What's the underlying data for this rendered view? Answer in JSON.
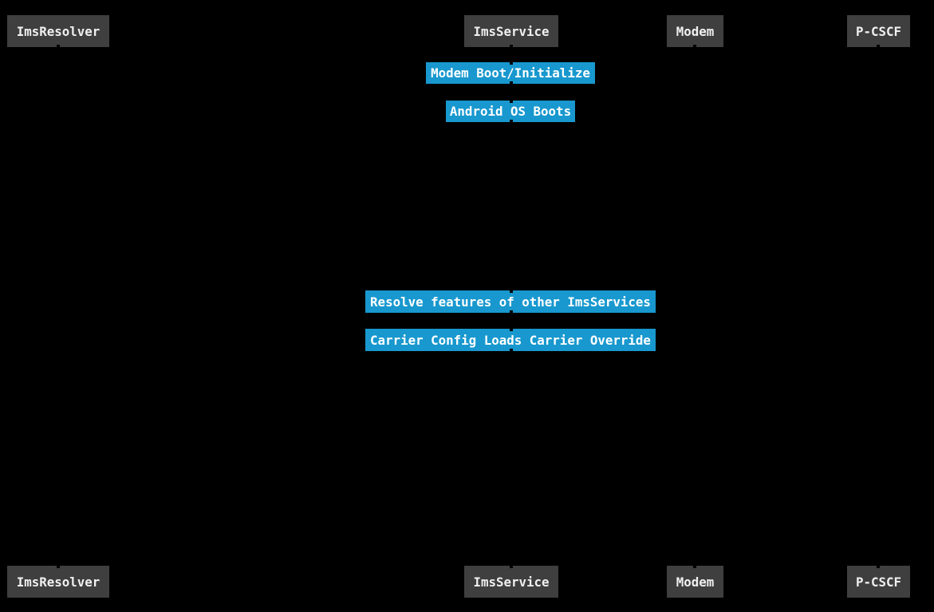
{
  "diagram": {
    "type": "sequence",
    "theme": {
      "background": "#000000",
      "participant_fill": "#3f3f3f",
      "participant_text_color": "#f0f0f0",
      "note_fill": "#1898ce",
      "note_text_color": "#ffffff"
    },
    "participants": [
      {
        "label": "ImsResolver"
      },
      {
        "label": "ImsService"
      },
      {
        "label": "Modem"
      },
      {
        "label": "P-CSCF"
      }
    ],
    "notes": [
      {
        "label": "Modem Boot/Initialize"
      },
      {
        "label": "Android OS Boots"
      },
      {
        "label": "Resolve features of other ImsServices"
      },
      {
        "label": "Carrier Config Loads Carrier Override"
      }
    ]
  }
}
